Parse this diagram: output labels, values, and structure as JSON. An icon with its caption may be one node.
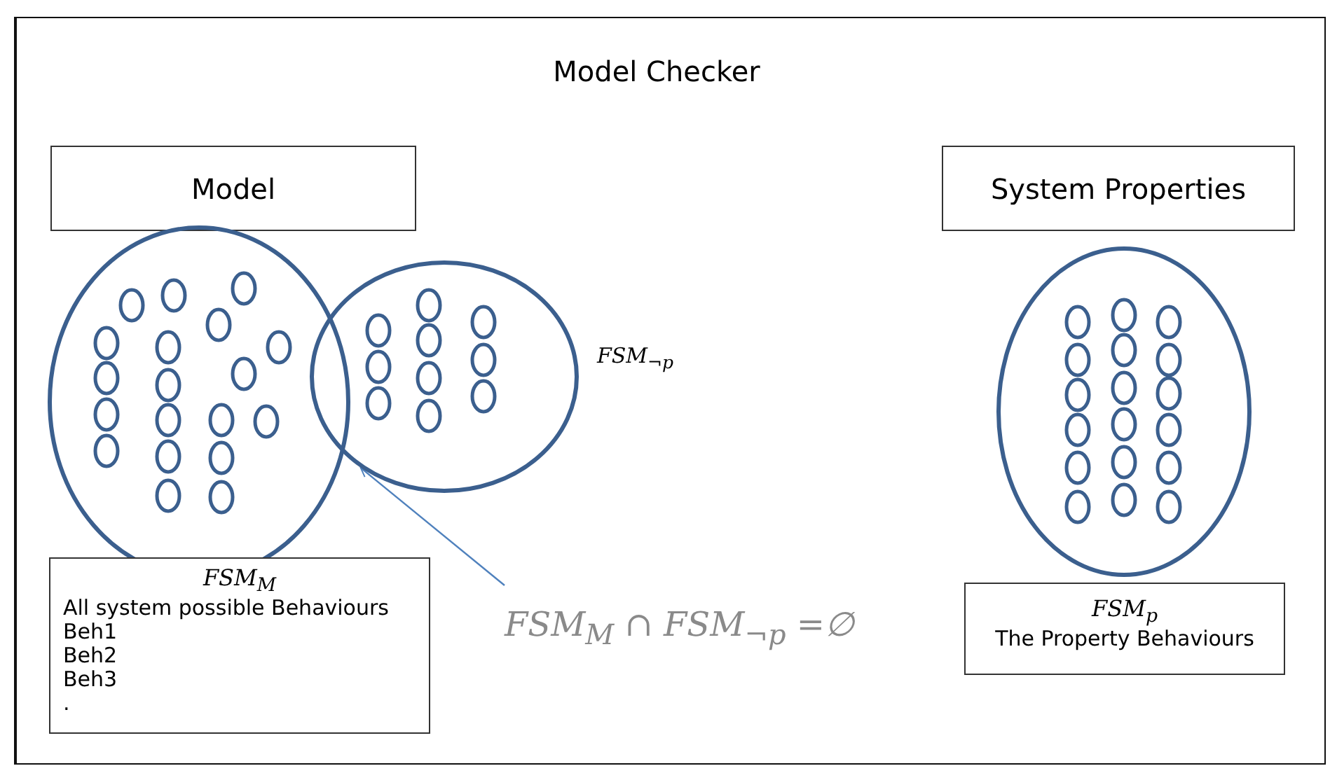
{
  "diagram": {
    "nodes": [
      {
        "text": [
          "Model Checker"
        ]
      },
      {
        "text": [
          "Model"
        ],
        "in": 0
      },
      {
        "text": [
          "System Properties"
        ],
        "in": 0
      },
      {
        "text": [],
        "shape": "circle",
        "in": 0
      },
      {
        "text": [],
        "shape": "circle",
        "in": 0,
        "beside": [
          "FSM$_{¬p}$"
        ]
      },
      {
        "text": [],
        "shape": "circle",
        "in": 0
      },
      {
        "text": [
          "FSM$_{M}$",
          "All system possible Behaviours",
          "Beh1",
          "Beh2",
          "Beh3",
          "."
        ],
        "in": 0
      },
      {
        "text": [
          "FSM$_{p}$",
          "The Property Behaviours"
        ],
        "in": 0
      },
      {
        "text": [
          "FSM$_{M}$ ∩ FSM$_{¬p}$ =∅"
        ],
        "in": 0
      }
    ],
    "edges": [
      {
        "from": 8,
        "to": 4,
        "arrow": "to"
      }
    ]
  }
}
